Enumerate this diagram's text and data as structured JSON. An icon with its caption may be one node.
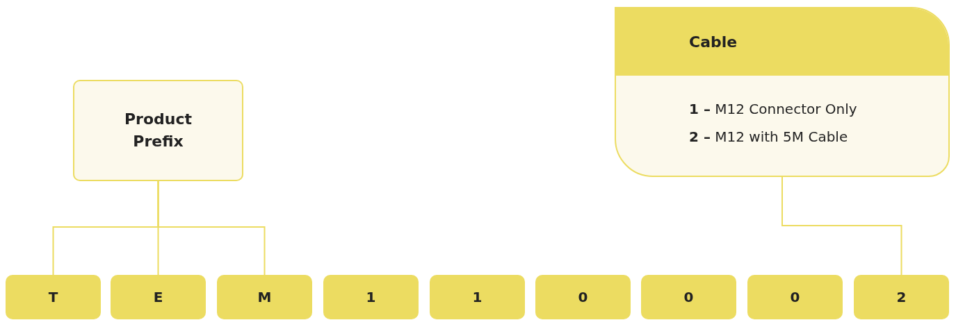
{
  "diagram": {
    "nodes": [
      {
        "text": [
          "Product Prefix"
        ]
      },
      {
        "text": [
          "Cable",
          "**1 –** M12 Connector Only",
          "**2 –** M12 with 5M Cable"
        ]
      },
      {
        "text": [
          "T"
        ]
      },
      {
        "text": [
          "E"
        ]
      },
      {
        "text": [
          "M"
        ]
      },
      {
        "text": [
          "1"
        ]
      },
      {
        "text": [
          "1"
        ]
      },
      {
        "text": [
          "0"
        ]
      },
      {
        "text": [
          "0"
        ]
      },
      {
        "text": [
          "0"
        ]
      },
      {
        "text": [
          "2"
        ]
      }
    ],
    "edges": [
      {
        "from": 0,
        "to": 2,
        "arrow": "none"
      },
      {
        "from": 0,
        "to": 3,
        "arrow": "none"
      },
      {
        "from": 0,
        "to": 4,
        "arrow": "none"
      },
      {
        "from": 1,
        "to": 10,
        "arrow": "none"
      }
    ]
  }
}
